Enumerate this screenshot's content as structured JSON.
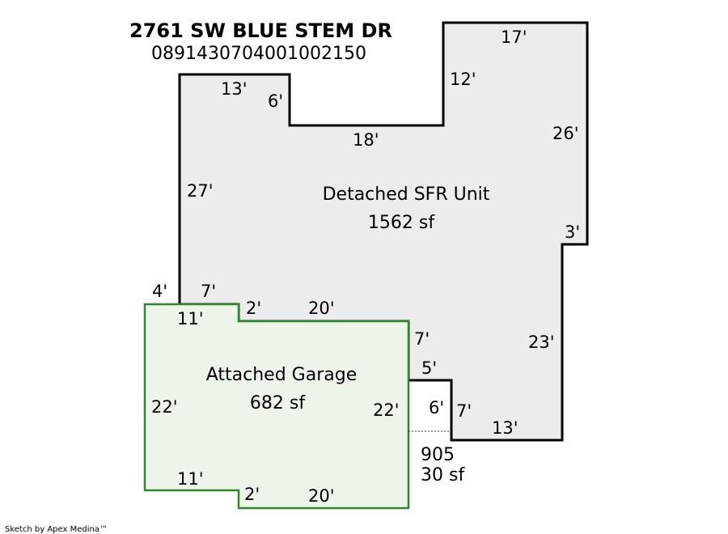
{
  "header": {
    "address": "2761 SW BLUE STEM DR",
    "parcel_number": "0891430704001002150"
  },
  "areas": {
    "house": {
      "name": "Detached SFR Unit",
      "size": "1562 sf",
      "fill": "#ececec",
      "stroke": "#000000"
    },
    "garage": {
      "name": "Attached Garage",
      "size": "682 sf",
      "fill": "#edf5ea",
      "stroke": "#2a8a2a"
    },
    "small": {
      "code": "905",
      "size": "30 sf"
    }
  },
  "dimensions": {
    "house_top_left": "13'",
    "house_notch": "6'",
    "house_mid_top": "18'",
    "house_right_notch": "12'",
    "house_top_right": "17'",
    "house_right_upper": "26'",
    "house_left": "27'",
    "house_right_step": "3'",
    "house_right_lower": "23'",
    "house_bottom": "13'",
    "house_bottom_step": "7'",
    "small_width": "6'",
    "small_top": "5'",
    "garage_step_right": "7'",
    "garage_overhang": "4'",
    "garage_top_left_upper": "7'",
    "garage_top_left": "11'",
    "garage_step_top": "2'",
    "garage_top_right": "20'",
    "garage_left": "22'",
    "garage_right": "22'",
    "garage_bottom_left": "11'",
    "garage_step_bottom": "2'",
    "garage_bottom_right": "20'"
  },
  "footer": {
    "credit": "Sketch by Apex Medina™"
  }
}
